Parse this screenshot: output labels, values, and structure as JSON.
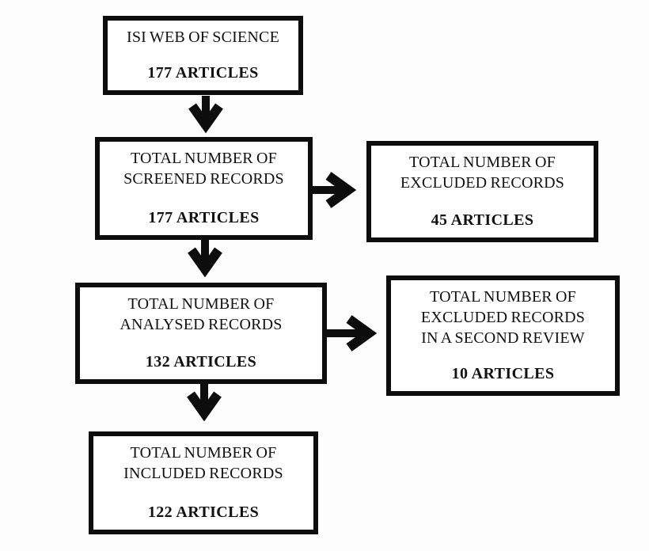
{
  "flowchart": {
    "boxes": [
      {
        "id": "source",
        "title": "ISI WEB OF SCIENCE",
        "count": "177 ARTICLES"
      },
      {
        "id": "screened",
        "title": "TOTAL NUMBER OF\nSCREENED RECORDS",
        "count": "177 ARTICLES"
      },
      {
        "id": "excluded",
        "title": "TOTAL NUMBER OF\nEXCLUDED RECORDS",
        "count": "45 ARTICLES"
      },
      {
        "id": "analysed",
        "title": "TOTAL NUMBER OF\nANALYSED RECORDS",
        "count": "132 ARTICLES"
      },
      {
        "id": "excluded_second_review",
        "title": "TOTAL NUMBER OF\nEXCLUDED RECORDS\nIN A SECOND REVIEW",
        "count": "10 ARTICLES"
      },
      {
        "id": "included",
        "title": "TOTAL NUMBER OF\nINCLUDED RECORDS",
        "count": "122 ARTICLES"
      }
    ],
    "colors": {
      "ink": "#0d0d0d",
      "background": "#fdfdfd",
      "box_fill": "#fefefe"
    }
  }
}
